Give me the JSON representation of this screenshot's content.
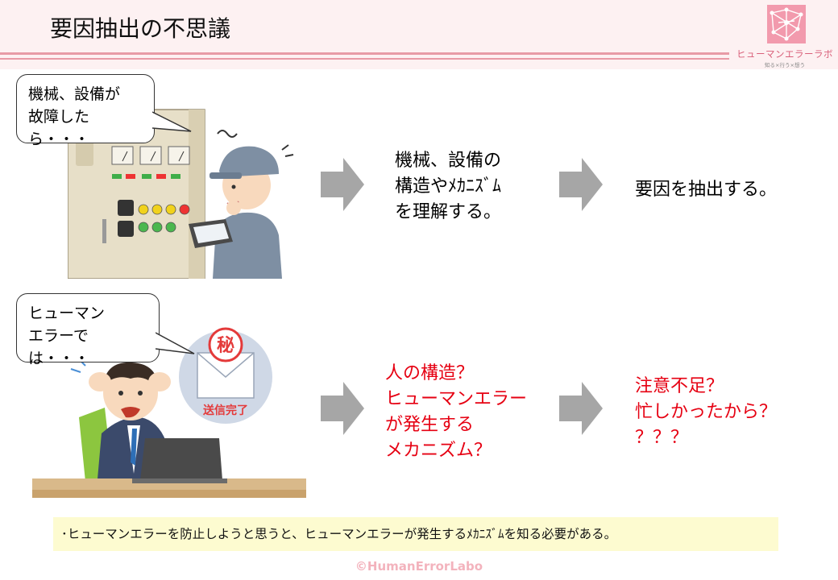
{
  "slide": {
    "title": "要因抽出の不思議",
    "brand_color": "#e89aa6"
  },
  "logo": {
    "name": "ヒューマンエラーラボ",
    "tagline": "知る×行う×想う",
    "icon": "network-logo-icon"
  },
  "row_machine": {
    "bubble_text": "機械、設備が\n故障したら・・・",
    "step1_text": "機械、設備の\n構造やﾒｶﾆｽﾞﾑ\nを理解する。",
    "step2_text": "要因を抽出する。",
    "illustration": "worker-inspecting-control-panel"
  },
  "row_human": {
    "bubble_text": "ヒューマン\nエラーでは・・・",
    "step1_text": "人の構造？\nヒューマンエラー\nが発生する\nメカニズム？",
    "step2_text": "注意不足？\n忙しかったから？\n？？？",
    "illustration": "panicked-office-worker-sent-email",
    "stamp_text": "秘",
    "email_status": "送信完了",
    "accent_color": "#e60012"
  },
  "note": {
    "text": "･ヒューマンエラーを防止しようと思うと、ヒューマンエラーが発生するﾒｶﾆｽﾞﾑを知る必要がある。"
  },
  "footer": {
    "copyright": "©HumanErrorLabo"
  }
}
